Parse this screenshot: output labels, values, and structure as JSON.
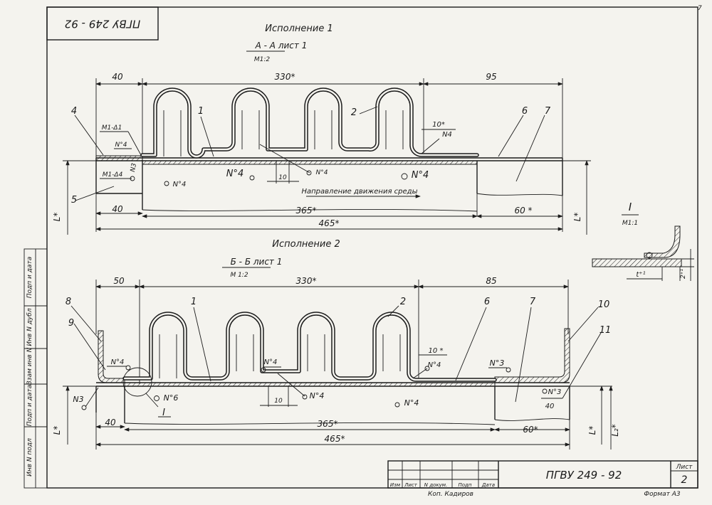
{
  "stamp": {
    "top_left": "ПГВУ 249 - 92",
    "main": "ПГВУ 249 - 92"
  },
  "title_block": {
    "columns": [
      "Изм",
      "Лист",
      "N докум.",
      "Подп",
      "Дата"
    ],
    "copied": "Коп. Кадиров",
    "sheet_label": "Лист",
    "sheet_number": "2",
    "format": "Формат А3"
  },
  "side_stamp": [
    "Инв N подл",
    "Подп и дата",
    "Взам инв N",
    "Инв N дубл",
    "Подп и дата"
  ],
  "variant1": {
    "title": "Исполнение 1",
    "section": "А - А лист 1",
    "scale": "М1:2",
    "dims": {
      "d40_top": "40",
      "d330": "330*",
      "d95": "95",
      "d40_bot": "40",
      "d365": "365*",
      "d60": "60 *",
      "d465": "465*",
      "d10": "10",
      "d10s": "10*",
      "L": "L*",
      "L_right": "L*"
    },
    "labels": {
      "p1": "1",
      "p2": "2",
      "p4": "4",
      "p5": "5",
      "p6": "6",
      "p7": "7"
    },
    "welds": {
      "m1a": "М1-Δ1",
      "n4a": "N°4",
      "n3": "N3",
      "m1b": "М1-Δ4",
      "n4b": "N°4",
      "n4c": "N°4",
      "n4d": "N°4",
      "n4e": "N°4",
      "n4f": "N4"
    },
    "flow": "Направление движения среды"
  },
  "variant2": {
    "title": "Исполнение 2",
    "section": "Б - Б лист 1",
    "scale": "М 1:2",
    "dims": {
      "d50": "50",
      "d330": "330*",
      "d85": "85",
      "d10": "10",
      "d10s": "10 *",
      "d40_bot": "40",
      "d365": "365*",
      "d60": "60*",
      "d465": "465*",
      "d40_r": "40",
      "L": "L*",
      "L_right": "L*",
      "L2": "L₂*"
    },
    "labels": {
      "p1": "1",
      "p2": "2",
      "p6": "6",
      "p7": "7",
      "p8": "8",
      "p9": "9",
      "p10": "10",
      "p11": "11",
      "pI": "I"
    },
    "welds": {
      "n4a": "N°4",
      "n3a": "N3",
      "n6": "N°6",
      "n4b": "N°4",
      "n4c": "N°4",
      "n4d": "N°4",
      "n4e": "N°4",
      "n3b": "N°3",
      "n3c": "N°3"
    }
  },
  "detail": {
    "title": "I",
    "scale": "М1:1",
    "dim_t": "t⁺¹",
    "dim_2": "2⁺¹"
  },
  "page_number": "7"
}
